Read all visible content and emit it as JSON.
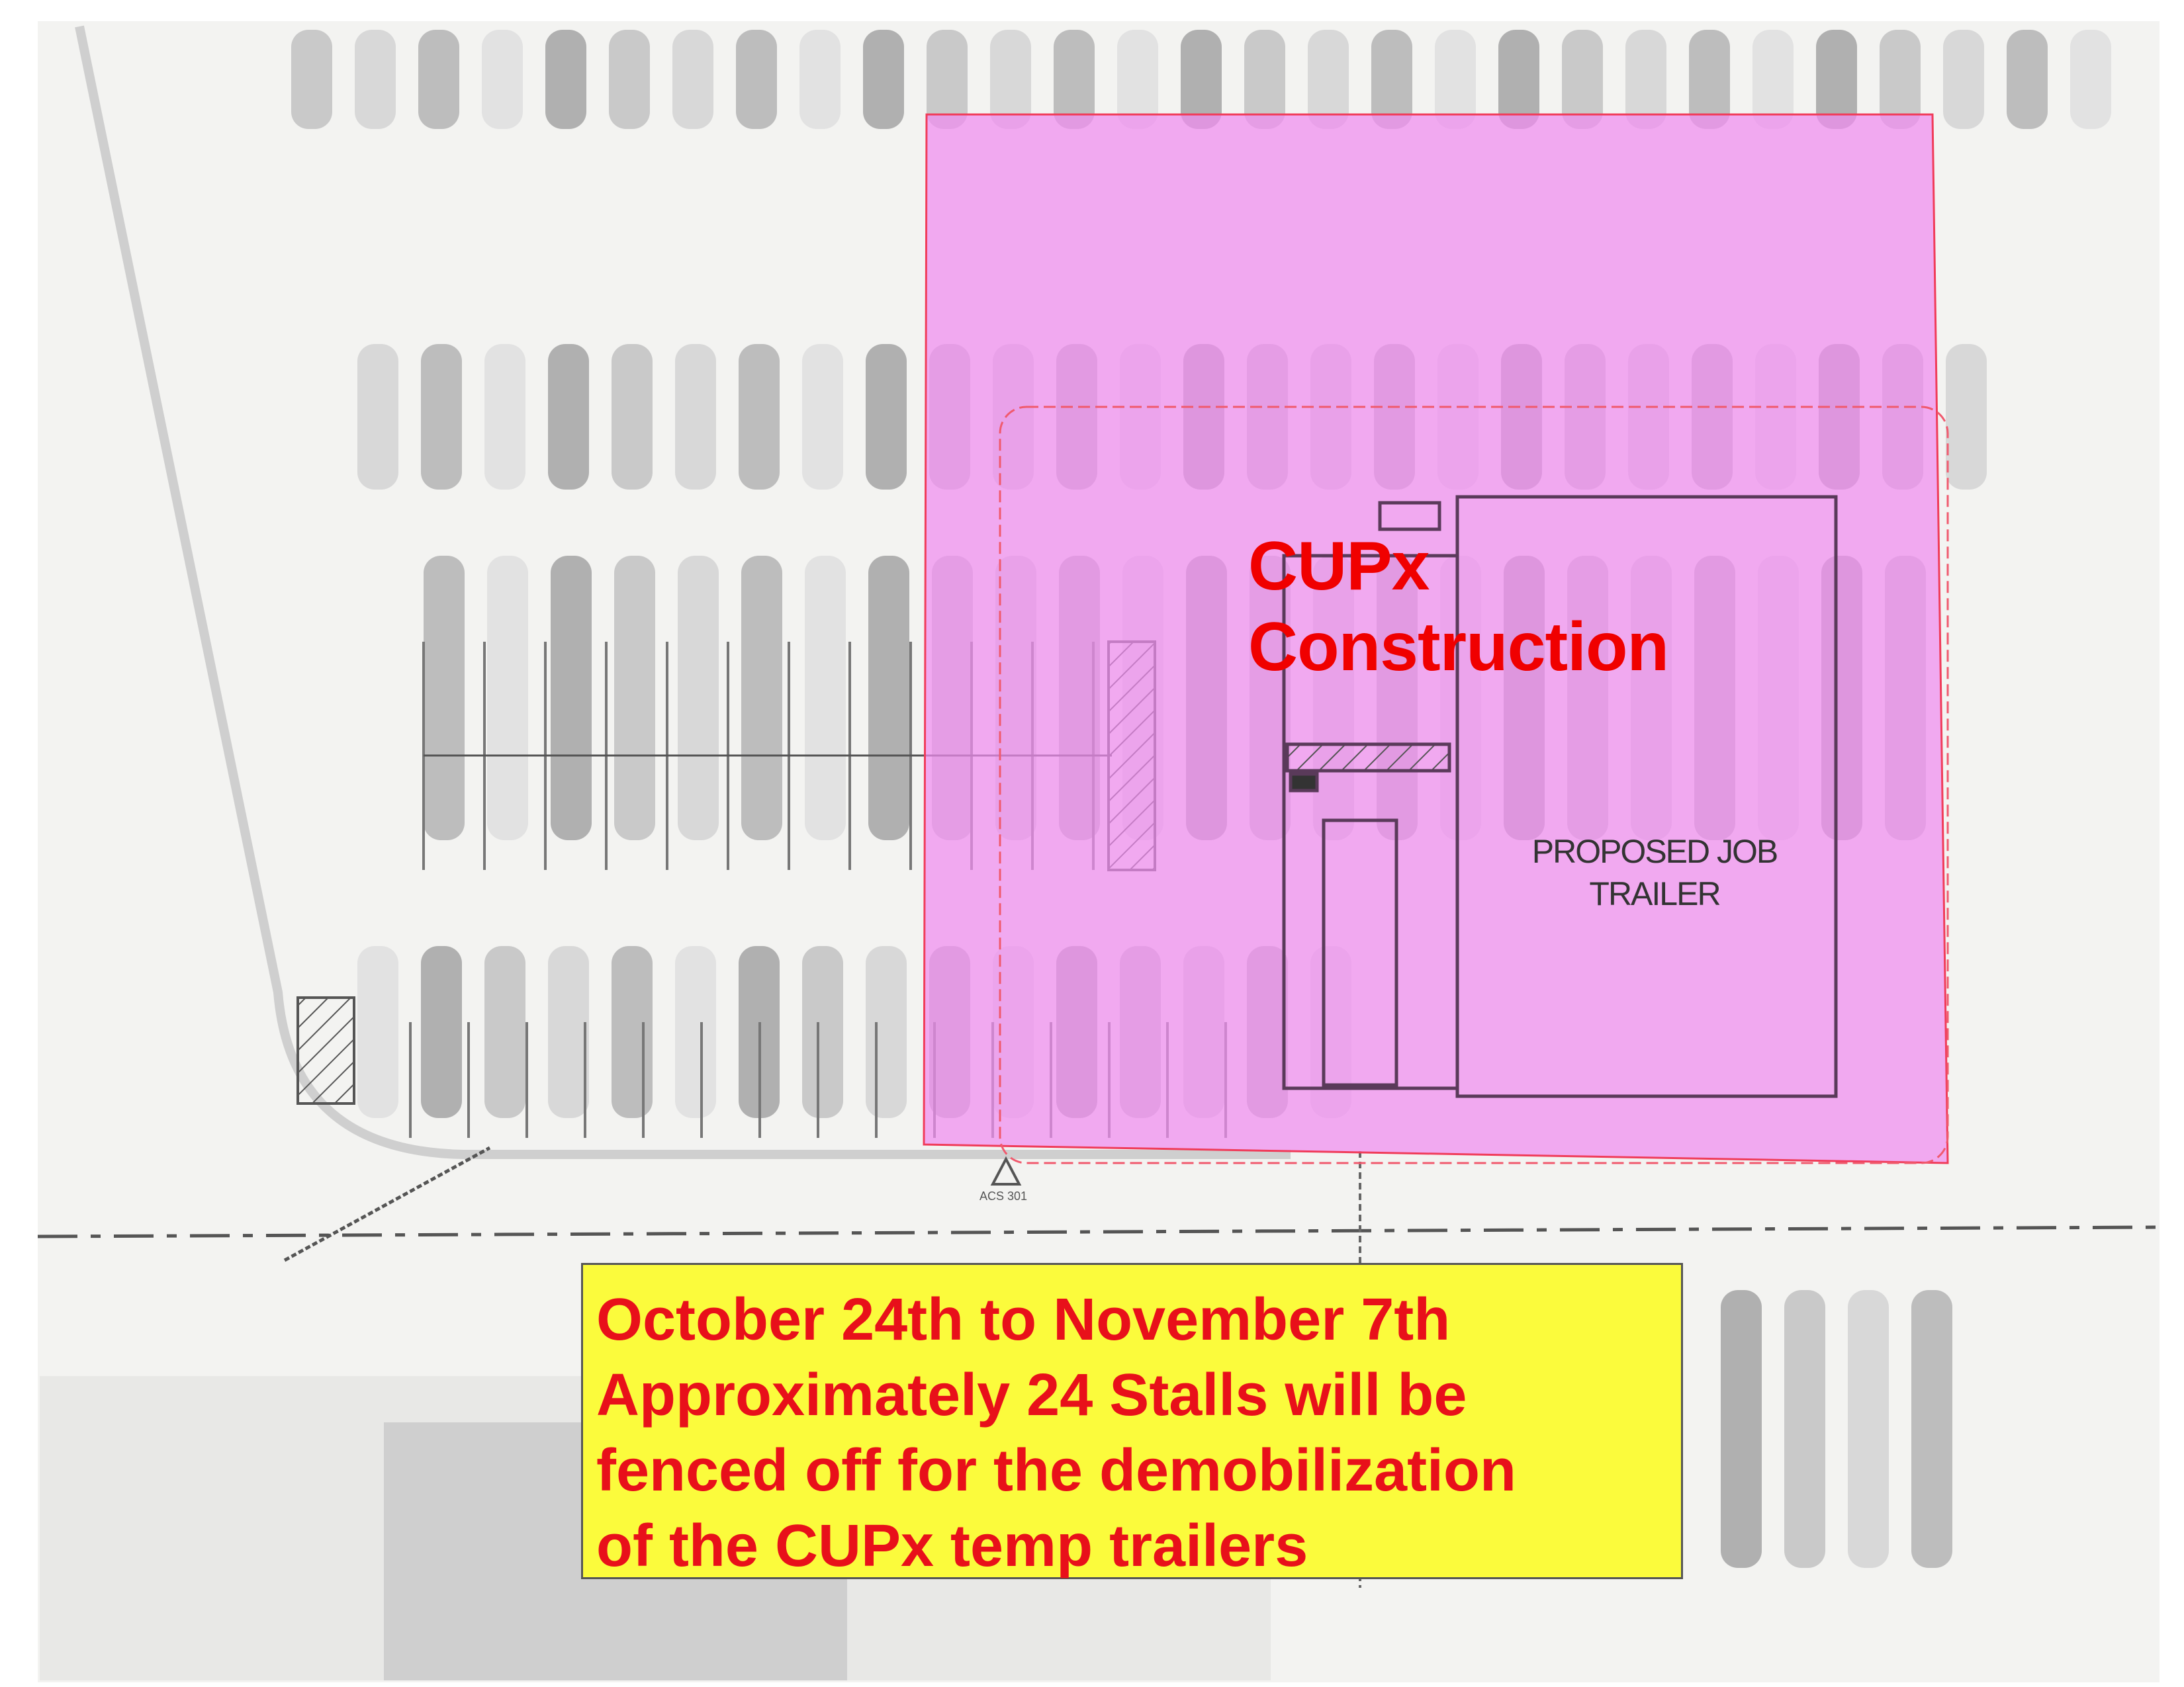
{
  "map": {
    "zone_label": [
      "CUPx",
      "Construction"
    ],
    "trailer_label": [
      "PROPOSED JOB",
      "TRAILER"
    ],
    "detail_marker": "ACS 301",
    "colors": {
      "zone_fill": "#f08cf0",
      "zone_outline": "#f03c5a",
      "note_bg": "#fbfb3c",
      "note_text": "#e8101a",
      "label_red": "#f00000"
    }
  },
  "notice": {
    "lines": [
      "October 24th to November 7th",
      "Approximately 24 Stalls will be",
      "fenced off for the demobilization",
      "of the CUPx temp trailers"
    ]
  }
}
